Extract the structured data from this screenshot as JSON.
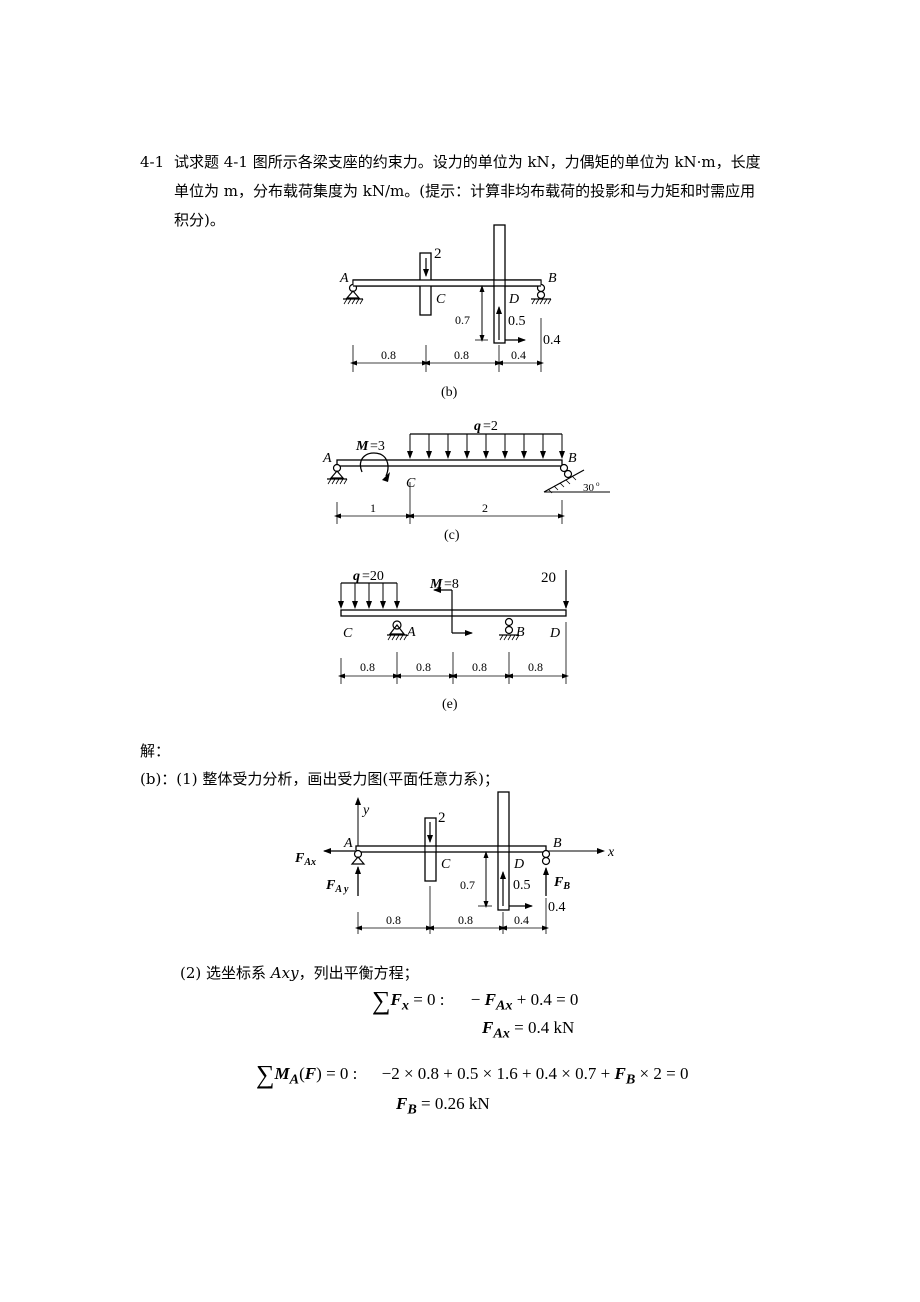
{
  "problem": {
    "number": "4-1",
    "line1": "试求题 4-1 图所示各梁支座的约束力。设力的单位为 kN，力偶矩的单位为 kN·m，长度",
    "line2": "单位为 m，分布载荷集度为 kN/m。(提示：计算非均布载荷的投影和与力矩和时需应用",
    "line3": "积分)。"
  },
  "figure_b": {
    "caption": "(b)",
    "label_A": "A",
    "label_B": "B",
    "label_C": "C",
    "label_D": "D",
    "force_2": "2",
    "force_05": "0.5",
    "force_04": "0.4",
    "height_07": "0.7",
    "dims": [
      "0.8",
      "0.8",
      "0.4"
    ]
  },
  "figure_c": {
    "caption": "(c)",
    "label_A": "A",
    "label_B": "B",
    "label_C": "C",
    "moment_symbol": "M",
    "moment_value": "=3",
    "load_symbol": "q",
    "load_value": " =2",
    "angle": "30",
    "angle_unit": "o",
    "dims": [
      "1",
      "2"
    ]
  },
  "figure_e": {
    "caption": "(e)",
    "label_A": "A",
    "label_B": "B",
    "label_C": "C",
    "label_D": "D",
    "load_symbol": "q",
    "load_value": "=20",
    "moment_symbol": "M",
    "moment_value": "=8",
    "force_20": "20",
    "dims": [
      "0.8",
      "0.8",
      "0.8",
      "0.8"
    ]
  },
  "solution": {
    "label": "解：",
    "step1": "(b)：(1)  整体受力分析，画出受力图(平面任意力系)；",
    "step2_prefix": "(2)  选坐标系 ",
    "step2_axes": "Axy",
    "step2_suffix": "，列出平衡方程；"
  },
  "fbd": {
    "label_x": "x",
    "label_y": "y",
    "label_A": "A",
    "label_B": "B",
    "label_C": "C",
    "label_D": "D",
    "FAx_main": "F",
    "FAx_sub": "Ax",
    "FAy_main": "F",
    "FAy_sub": "A y",
    "FB_main": "F",
    "FB_sub": "B",
    "force_2": "2",
    "force_05": "0.5",
    "force_04": "0.4",
    "height_07": "0.7",
    "dims": [
      "0.8",
      "0.8",
      "0.4"
    ]
  },
  "equations": {
    "eq1_lhs_sub": "x",
    "eq1_lhs_tail": " = 0 :",
    "eq1_rhs_pre": "− ",
    "eq1_rhs_sub": "Ax",
    "eq1_rhs_tail": " + 0.4 = 0",
    "res1_sub": "Ax",
    "res1_val": " = 0.4 kN",
    "eq2_lhs_sub": "A",
    "eq2_lhs_F": "F",
    "eq2_lhs_tail": " = 0 :",
    "eq2_rhs": "−2 × 0.8 + 0.5 × 1.6 + 0.4 × 0.7 + ",
    "eq2_rhs_sub": "B",
    "eq2_rhs_tail": " × 2 = 0",
    "res2_sub": "B",
    "res2_val": " = 0.26 kN"
  }
}
